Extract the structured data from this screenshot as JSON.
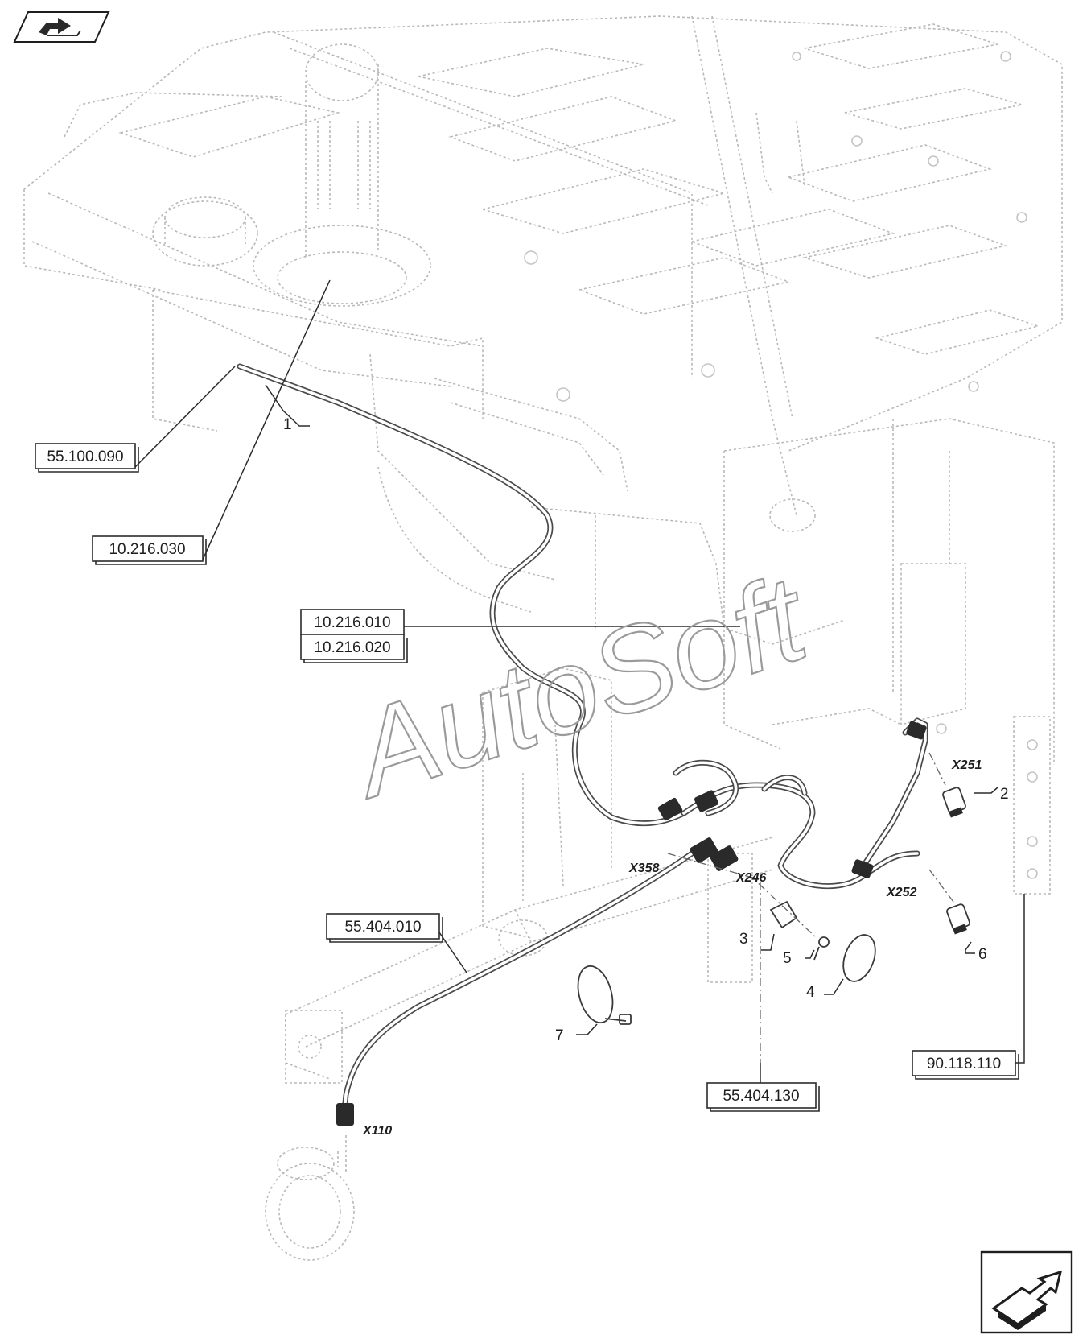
{
  "reference_labels": [
    {
      "id": "r1",
      "text": "55.100.090"
    },
    {
      "id": "r2",
      "text": "10.216.030"
    },
    {
      "id": "r3",
      "text": "10.216.010"
    },
    {
      "id": "r4",
      "text": "10.216.020"
    },
    {
      "id": "r5",
      "text": "55.404.010"
    },
    {
      "id": "r6",
      "text": "55.404.130"
    },
    {
      "id": "r7",
      "text": "90.118.110"
    }
  ],
  "item_numbers": [
    "1",
    "2",
    "3",
    "4",
    "5",
    "6",
    "7"
  ],
  "connectors": [
    "X251",
    "X358",
    "X246",
    "X252",
    "X110"
  ],
  "watermark": "AutoSoft",
  "icons": {
    "top_left": "previous-page-arrow-icon",
    "bottom_right": "next-page-arrow-icon"
  },
  "colors": {
    "line": "#2b2b2b",
    "ghost": "#b9b9b9",
    "watermark": "#9a9a9a"
  }
}
